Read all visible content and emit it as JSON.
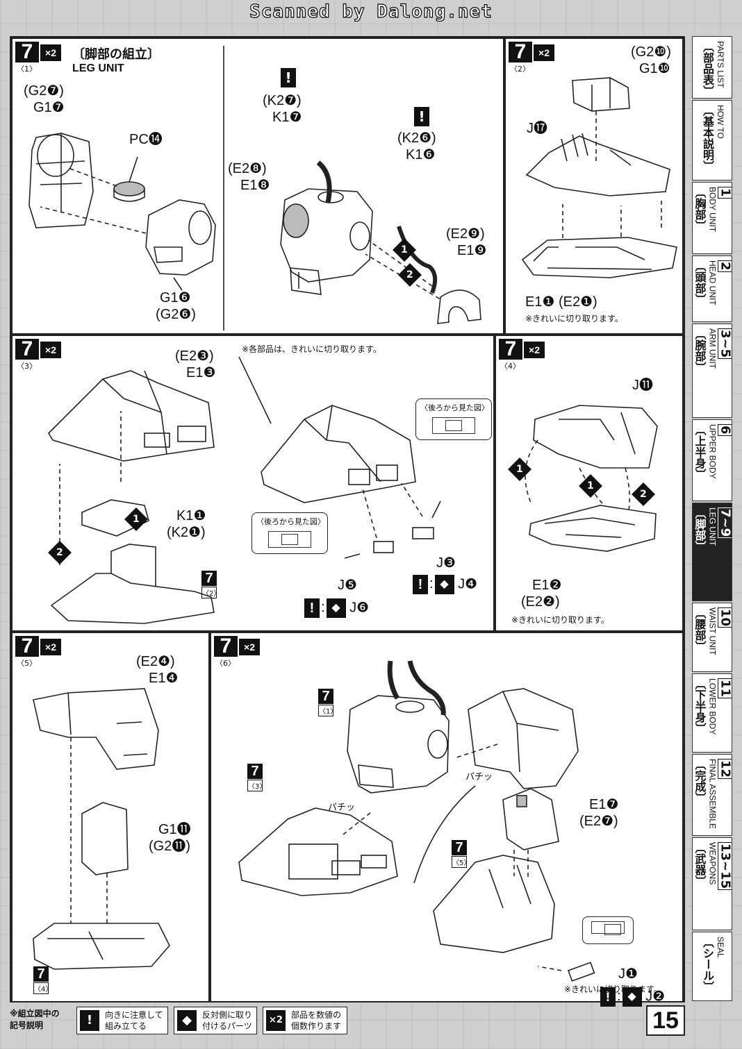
{
  "watermark": "Scanned by Dalong.net",
  "badge_x": "×2",
  "steps": {
    "s1": {
      "num": "7",
      "sub": "〈1〉",
      "title_jp": "〔脚部の組立〕",
      "title_en": "LEG UNIT",
      "labels": {
        "g27": "(G2❼)",
        "g17": "G1❼",
        "pc": "PC⓮",
        "g16": "G1❻",
        "g26": "(G2❻)",
        "k27": "(K2❼)",
        "k17": "K1❼",
        "k26": "(K2❻)",
        "k16": "K1❻",
        "e28": "(E2❽)",
        "e18": "E1❽",
        "e29": "(E2❾)",
        "e19": "E1❾"
      },
      "order": [
        "1",
        "2"
      ]
    },
    "s2": {
      "num": "7",
      "sub": "〈2〉",
      "labels": {
        "g210": "(G2❿)",
        "g110": "G1❿",
        "j17": "J⓱",
        "e11": "E1❶ (E2❶)"
      },
      "note": "※きれいに切り取ります。"
    },
    "s3": {
      "num": "7",
      "sub": "〈3〉",
      "labels": {
        "e23": "(E2❸)",
        "e13": "E1❸",
        "k11": "K1❶",
        "k21": "(K2❶)",
        "j3": "J❸",
        "j5": "J❺"
      },
      "note_top": "※各部品は、きれいに切り取ります。",
      "view_label": "〈後ろから見た図〉",
      "ref": {
        "num": "7",
        "sub": "〈2〉"
      },
      "mirror_a": "J❹",
      "mirror_b": "J❻"
    },
    "s4": {
      "num": "7",
      "sub": "〈4〉",
      "labels": {
        "j11": "J⓫",
        "e12": "E1❷",
        "e22": "(E2❷)"
      },
      "note": "※きれいに切り取ります。"
    },
    "s5": {
      "num": "7",
      "sub": "〈5〉",
      "labels": {
        "e24": "(E2❹)",
        "e14": "E1❹",
        "g111": "G1⓫",
        "g211": "(G2⓫)"
      },
      "ref": {
        "num": "7",
        "sub": "〈4〉"
      }
    },
    "s6": {
      "num": "7",
      "sub": "〈6〉",
      "labels": {
        "e17": "E1❼",
        "e27": "(E2❼)",
        "j1": "J❶",
        "j2": "J❷"
      },
      "click": "パチッ",
      "refs": [
        {
          "num": "7",
          "sub": "〈1〉"
        },
        {
          "num": "7",
          "sub": "〈3〉"
        },
        {
          "num": "7",
          "sub": "〈5〉"
        }
      ],
      "note": "※きれいに切り取ります。"
    }
  },
  "tabs": [
    {
      "jp": "〔部品表〕",
      "en": "PARTS LIST",
      "num": ""
    },
    {
      "jp": "〔基本説明〕",
      "en": "HOW TO",
      "num": ""
    },
    {
      "jp": "〔胸部〕",
      "en": "BODY UNIT",
      "num": "1"
    },
    {
      "jp": "〔頭部〕",
      "en": "HEAD UNIT",
      "num": "2"
    },
    {
      "jp": "〔腕部〕",
      "en": "ARM UNIT",
      "num": "3~5"
    },
    {
      "jp": "〔上半身〕",
      "en": "UPPER BODY",
      "num": "6"
    },
    {
      "jp": "〔脚部〕",
      "en": "LEG UNIT",
      "num": "7~9"
    },
    {
      "jp": "〔腰部〕",
      "en": "WAIST UNIT",
      "num": "10"
    },
    {
      "jp": "〔下半身〕",
      "en": "LOWER BODY",
      "num": "11"
    },
    {
      "jp": "〔完成〕",
      "en": "FINAL ASSEMBLE",
      "num": "12"
    },
    {
      "jp": "〔武器〕",
      "en": "WEAPONS",
      "num": "13~15"
    },
    {
      "jp": "〔シール〕",
      "en": "SEAL",
      "num": ""
    }
  ],
  "legend": {
    "lead_1": "※組立図中の",
    "lead_2": "記号説明",
    "items": [
      {
        "icon": "!",
        "text_1": "向きに注意して",
        "text_2": "組み立てる"
      },
      {
        "icon": "◆",
        "text_1": "反対側に取り",
        "text_2": "付けるパーツ"
      },
      {
        "icon": "×2",
        "text_1": "部品を数値の",
        "text_2": "個数作ります"
      }
    ]
  },
  "page_number": "15",
  "colors": {
    "ink": "#111111",
    "paper": "#ffffff",
    "scan_bg": "#cfcfcf"
  }
}
